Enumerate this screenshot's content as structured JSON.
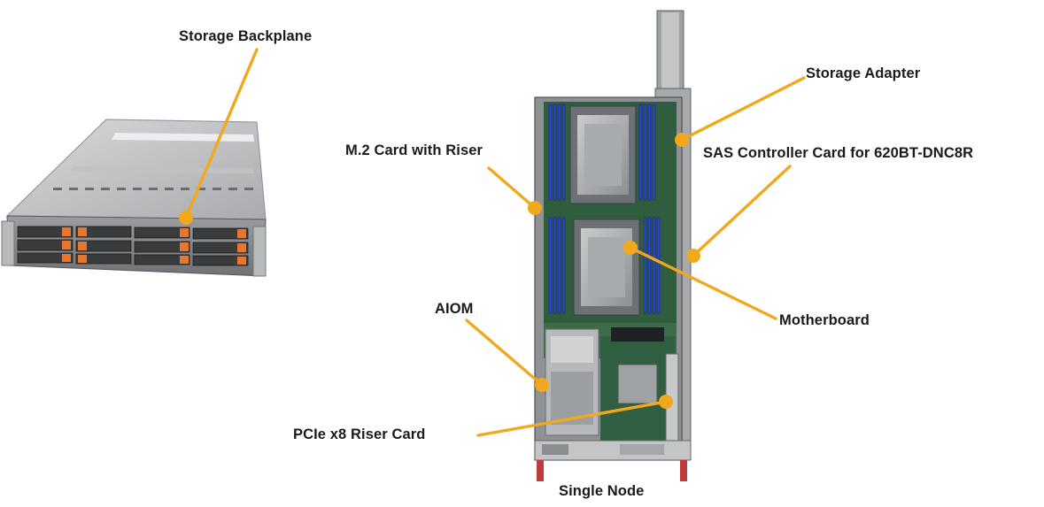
{
  "labels": {
    "storage_backplane": "Storage Backplane",
    "storage_adapter": "Storage Adapter",
    "m2_card": "M.2 Card with Riser",
    "sas_controller": "SAS Controller Card for 620BT-DNC8R",
    "aiom": "AIOM",
    "motherboard": "Motherboard",
    "pcie_riser": "PCIe x8 Riser Card",
    "single_node": "Single Node"
  },
  "colors": {
    "callout": "#f2a81d",
    "drive_tray_accent": "#e8772e",
    "dimm": "#2b47c2",
    "pcb": "#2f5d3e"
  }
}
